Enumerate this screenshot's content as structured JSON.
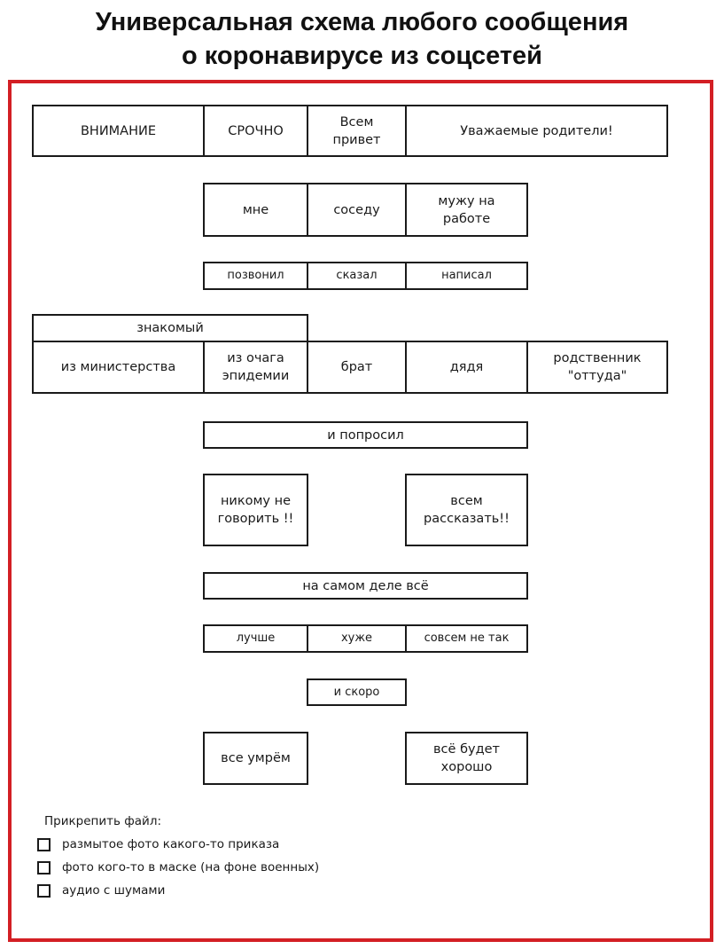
{
  "title": {
    "line1": "Универсальная схема любого сообщения",
    "line2": "о коронавирусе из соцсетей"
  },
  "colors": {
    "frame": "#d31f24",
    "text": "#1a1a1a"
  },
  "rows": {
    "greeting": [
      "ВНИМАНИЕ",
      "СРОЧНО",
      "Всем привет",
      "Уважаемые родители!"
    ],
    "whom": [
      "мне",
      "соседу",
      "мужу на работе"
    ],
    "verb": [
      "позвонил",
      "сказал",
      "написал"
    ],
    "acquaintance_header": "знакомый",
    "acquaintance": [
      "из министерства",
      "из очага эпидемии",
      "брат",
      "дядя",
      "родственник \"оттуда\""
    ],
    "asked": "и попросил",
    "request": [
      "никому не говорить !!",
      "всем рассказать!!"
    ],
    "reality_intro": "на самом деле всё",
    "reality": [
      "лучше",
      "хуже",
      "совсем не так"
    ],
    "soon": "и скоро",
    "outcome": [
      "все умрём",
      "всё будет хорошо"
    ]
  },
  "attachments": {
    "label": "Прикрепить файл:",
    "options": [
      "размытое фото какого-то приказа",
      "фото кого-то в маске (на фоне военных)",
      "аудио с шумами"
    ]
  }
}
